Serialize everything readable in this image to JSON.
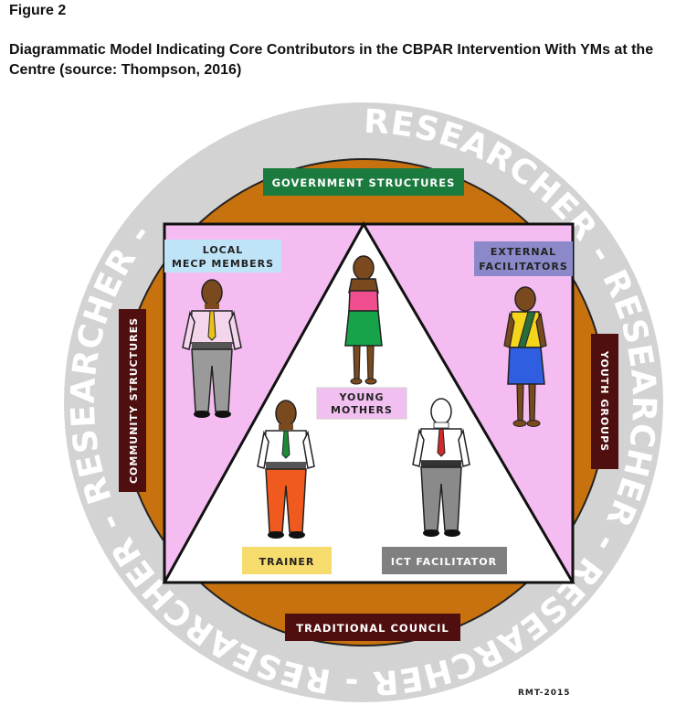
{
  "figure": {
    "label": "Figure 2",
    "title": "Diagrammatic Model Indicating Core Contributors in the CBPAR Intervention With YMs at the Centre (source: Thompson, 2016)"
  },
  "ring": {
    "text": "RESEARCHER - RESEARCHER - RESEARCHER - RESEARCHER - RESEARCHER - "
  },
  "labels": {
    "government": "GOVERNMENT STRUCTURES",
    "community": "COMMUNITY STRUCTURES",
    "youth": "YOUTH GROUPS",
    "traditional": "TRADITIONAL COUNCIL",
    "local_line1": "LOCAL",
    "local_line2": "MECP MEMBERS",
    "external_line1": "EXTERNAL",
    "external_line2": "FACILITATORS",
    "young_line1": "YOUNG",
    "young_line2": "MOTHERS",
    "trainer": "TRAINER",
    "ict": "ICT FACILITATOR"
  },
  "credit": "RMT-2015",
  "colors": {
    "ring": "#d3d3d3",
    "orange": "#c8720f",
    "pink": "#f4bcf0",
    "government_bg": "#1b7a3e",
    "community_bg": "#4f0f0f",
    "youth_bg": "#4f0f0f",
    "traditional_bg": "#4f0f0f",
    "local_bg": "#bfe3f7",
    "external_bg": "#8b89c9",
    "young_bg": "#f2c0f0",
    "trainer_bg": "#f6db6d",
    "ict_bg": "#808080"
  }
}
